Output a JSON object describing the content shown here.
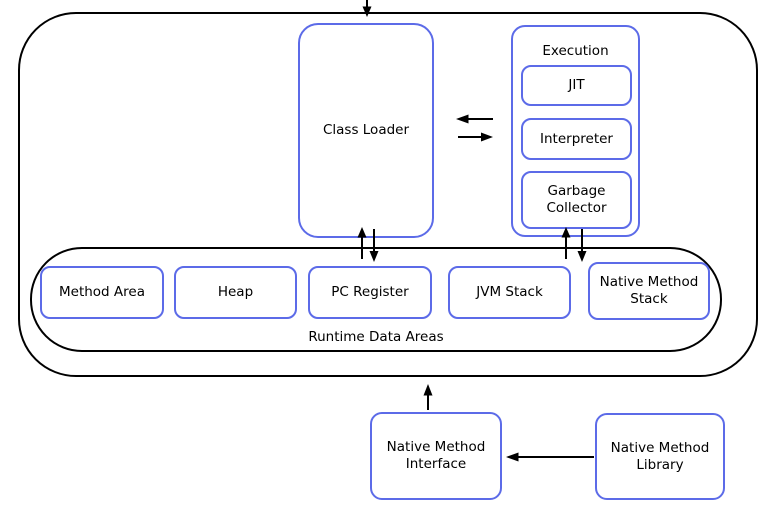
{
  "nodes": {
    "class_loader": "Class Loader",
    "execution": "Execution",
    "jit": "JIT",
    "interpreter": "Interpreter",
    "garbage_collector": "Garbage Collector",
    "method_area": "Method Area",
    "heap": "Heap",
    "pc_register": "PC Register",
    "jvm_stack": "JVM Stack",
    "native_method_stack": "Native Method Stack",
    "runtime_data_areas": "Runtime Data Areas",
    "native_method_interface": "Native Method Interface",
    "native_method_library": "Native Method Library"
  },
  "edges": [
    {
      "from": "outside-top",
      "to": "jvm-container",
      "direction": "down"
    },
    {
      "from": "execution",
      "to": "class_loader",
      "direction": "left"
    },
    {
      "from": "class_loader",
      "to": "execution",
      "direction": "right"
    },
    {
      "from": "runtime_data_areas",
      "to": "class_loader",
      "direction": "up"
    },
    {
      "from": "class_loader",
      "to": "runtime_data_areas",
      "direction": "down"
    },
    {
      "from": "runtime_data_areas",
      "to": "garbage_collector",
      "direction": "up"
    },
    {
      "from": "garbage_collector",
      "to": "runtime_data_areas",
      "direction": "down"
    },
    {
      "from": "native_method_interface",
      "to": "jvm-container",
      "direction": "up"
    },
    {
      "from": "native_method_library",
      "to": "native_method_interface",
      "direction": "left"
    }
  ],
  "colors": {
    "node_border": "#5C6BE8",
    "container_border": "#000000",
    "arrow": "#000000",
    "background": "#FFFFFF",
    "text": "#000000"
  }
}
